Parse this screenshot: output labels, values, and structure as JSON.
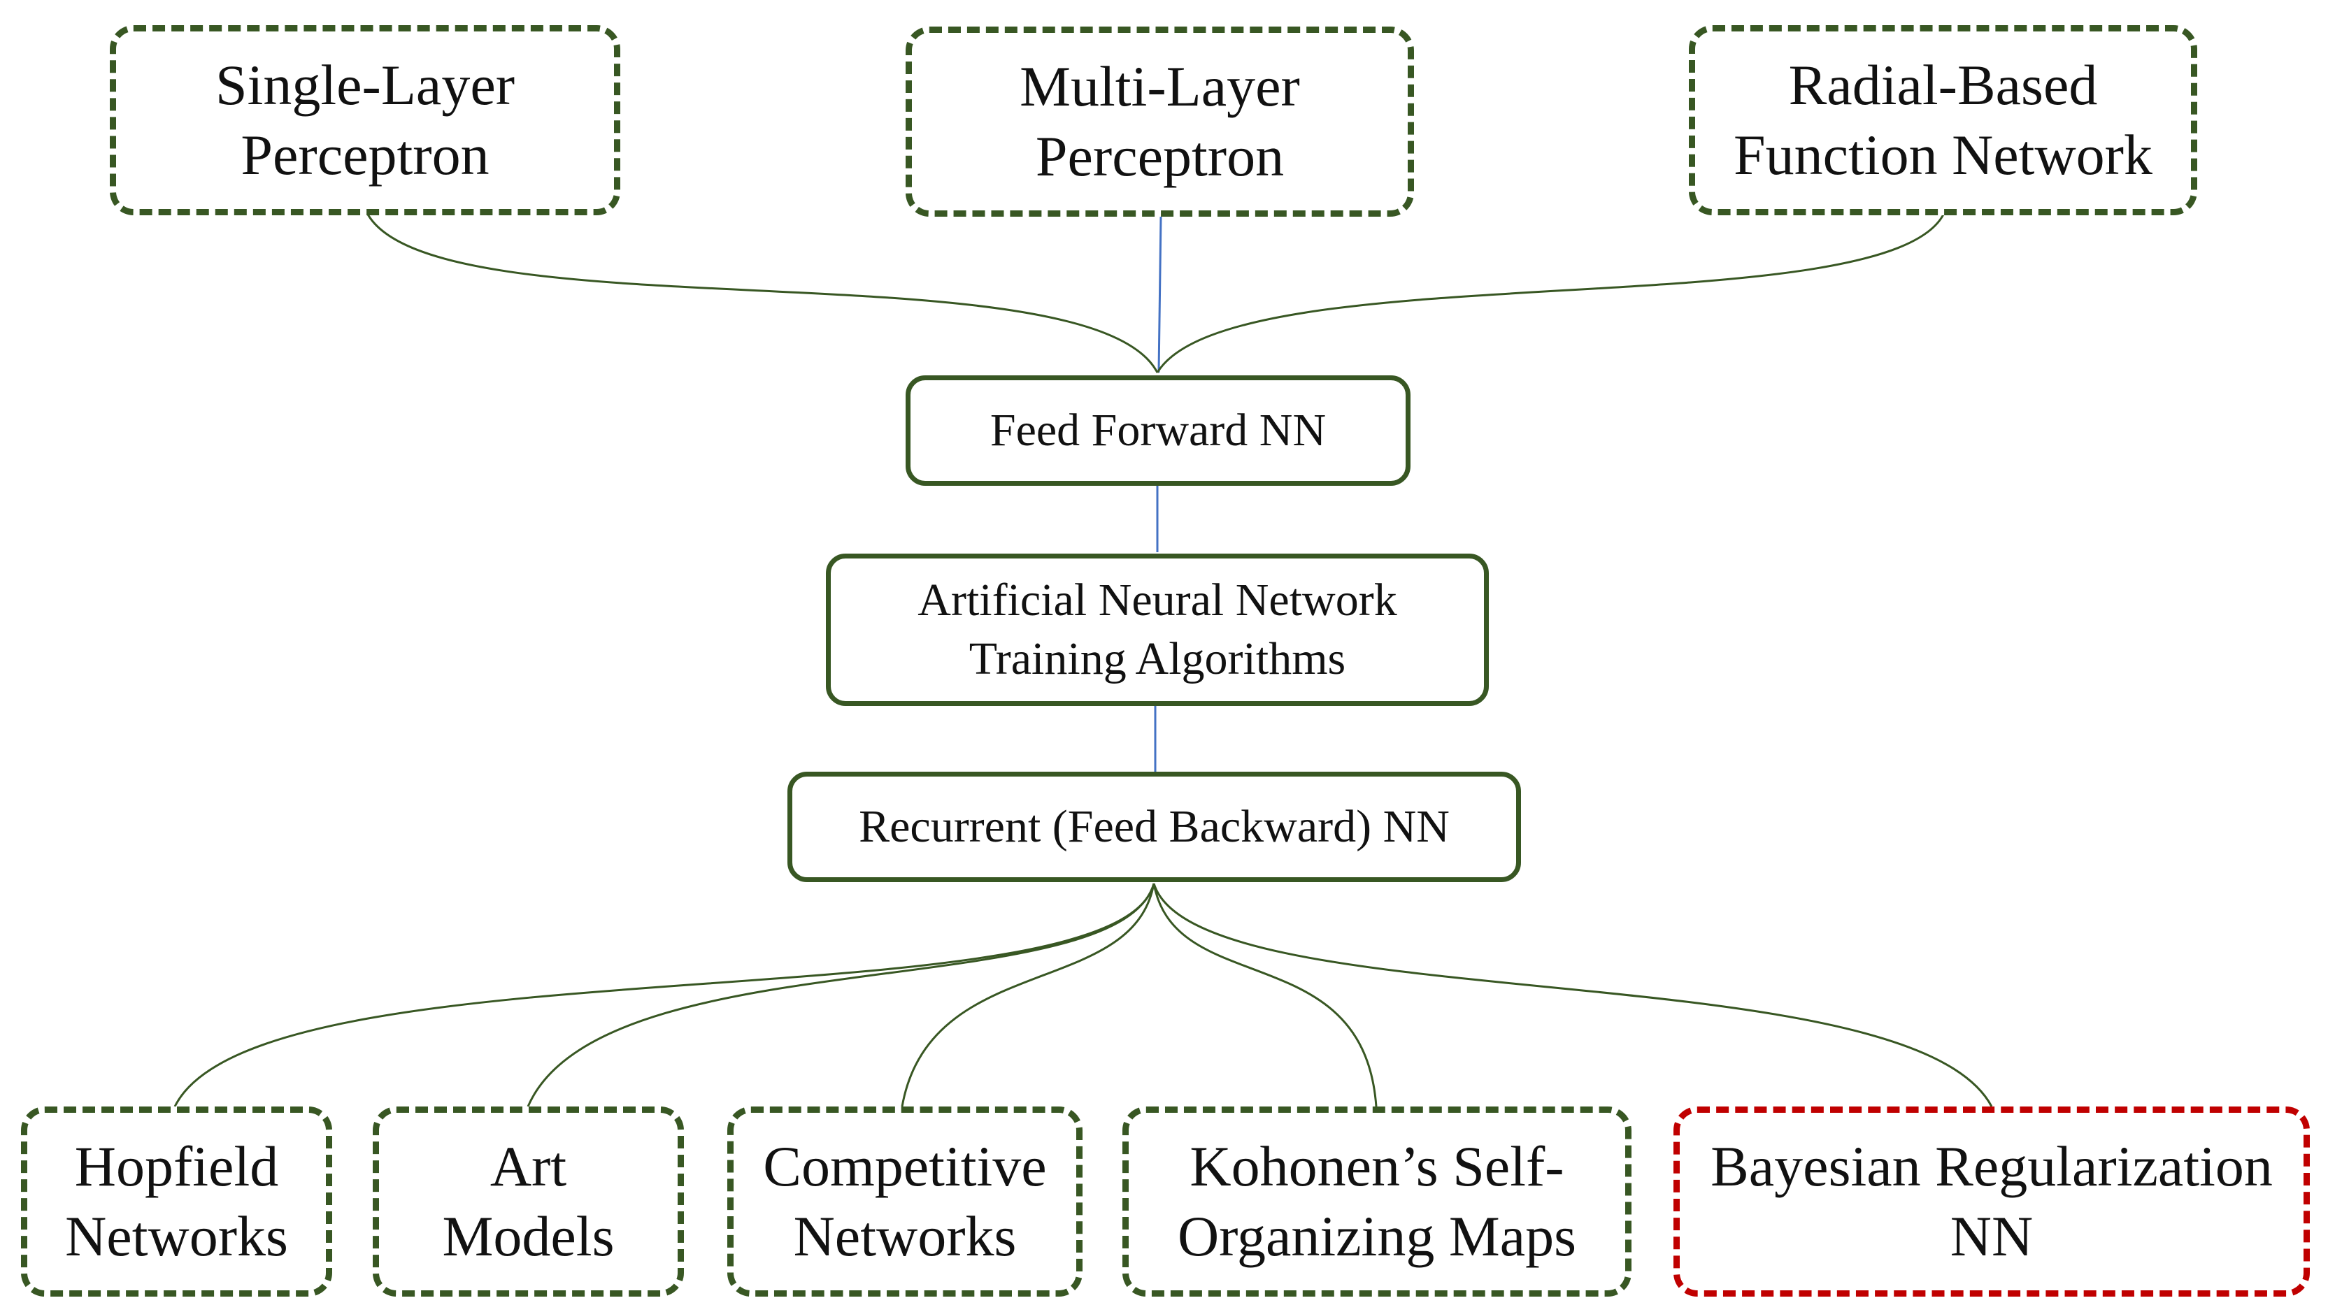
{
  "colors": {
    "green": "#385723",
    "red": "#c00000",
    "blue_link": "#4472c4",
    "text": "#111111"
  },
  "nodes": {
    "single_layer": "Single-Layer\nPerceptron",
    "multi_layer": "Multi-Layer\nPerceptron",
    "radial_based": "Radial-Based\nFunction Network",
    "feed_forward": "Feed Forward NN",
    "ann_training": "Artificial Neural Network\nTraining Algorithms",
    "recurrent": "Recurrent (Feed Backward) NN",
    "hopfield": "Hopfield\nNetworks",
    "art_models": "Art\nModels",
    "competitive": "Competitive\nNetworks",
    "kohonen": "Kohonen’s Self-\nOrganizing Maps",
    "bayesian": "Bayesian Regularization\nNN"
  }
}
